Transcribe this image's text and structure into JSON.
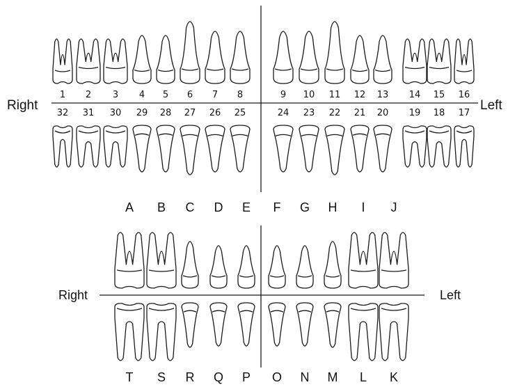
{
  "permanent": {
    "right_label": "Right",
    "left_label": "Left",
    "upper_numbers": [
      "1",
      "2",
      "3",
      "4",
      "5",
      "6",
      "7",
      "8",
      "9",
      "10",
      "11",
      "12",
      "13",
      "14",
      "15",
      "16"
    ],
    "lower_numbers": [
      "32",
      "31",
      "30",
      "29",
      "28",
      "27",
      "26",
      "25",
      "24",
      "23",
      "22",
      "21",
      "20",
      "19",
      "18",
      "17"
    ],
    "upper_types": [
      "molar",
      "molar",
      "molar",
      "premolar",
      "premolar",
      "canine",
      "incisor",
      "incisor",
      "incisor",
      "incisor",
      "canine",
      "premolar",
      "premolar",
      "molar",
      "molar",
      "molar"
    ],
    "lower_types": [
      "molar",
      "molar",
      "molar",
      "premolar",
      "premolar",
      "canine",
      "incisor",
      "incisor",
      "incisor",
      "incisor",
      "canine",
      "premolar",
      "premolar",
      "molar",
      "molar",
      "molar"
    ]
  },
  "primary": {
    "right_label": "Right",
    "left_label": "Left",
    "upper_letters": [
      "A",
      "B",
      "C",
      "D",
      "E",
      "F",
      "G",
      "H",
      "I",
      "J"
    ],
    "lower_letters": [
      "T",
      "S",
      "R",
      "Q",
      "P",
      "O",
      "N",
      "M",
      "L",
      "K"
    ],
    "upper_types": [
      "molar",
      "molar",
      "canine",
      "incisor",
      "incisor",
      "incisor",
      "incisor",
      "canine",
      "molar",
      "molar"
    ],
    "lower_types": [
      "molar",
      "molar",
      "canine",
      "incisor",
      "incisor",
      "incisor",
      "incisor",
      "canine",
      "molar",
      "molar"
    ]
  }
}
